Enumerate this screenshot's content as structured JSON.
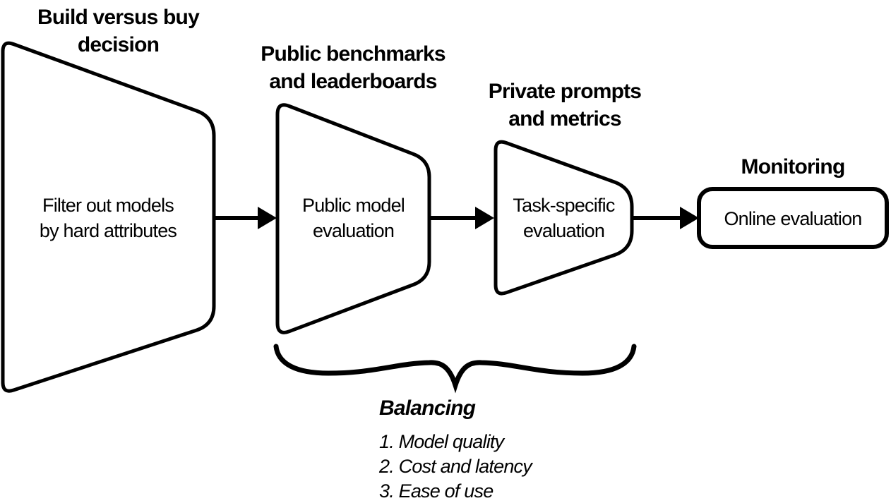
{
  "colors": {
    "ink": "#000000",
    "background": "#ffffff"
  },
  "stages": [
    {
      "title": "Build versus buy\ndecision",
      "label": "Filter out models\nby hard attributes"
    },
    {
      "title": "Public benchmarks\nand leaderboards",
      "label": "Public model\nevaluation"
    },
    {
      "title": "Private prompts\nand metrics",
      "label": "Task-specific\nevaluation"
    },
    {
      "title": "Monitoring",
      "label": "Online evaluation"
    }
  ],
  "annotation": {
    "heading": "Balancing",
    "items": [
      "1. Model quality",
      "2. Cost and latency",
      "3. Ease of use"
    ]
  }
}
